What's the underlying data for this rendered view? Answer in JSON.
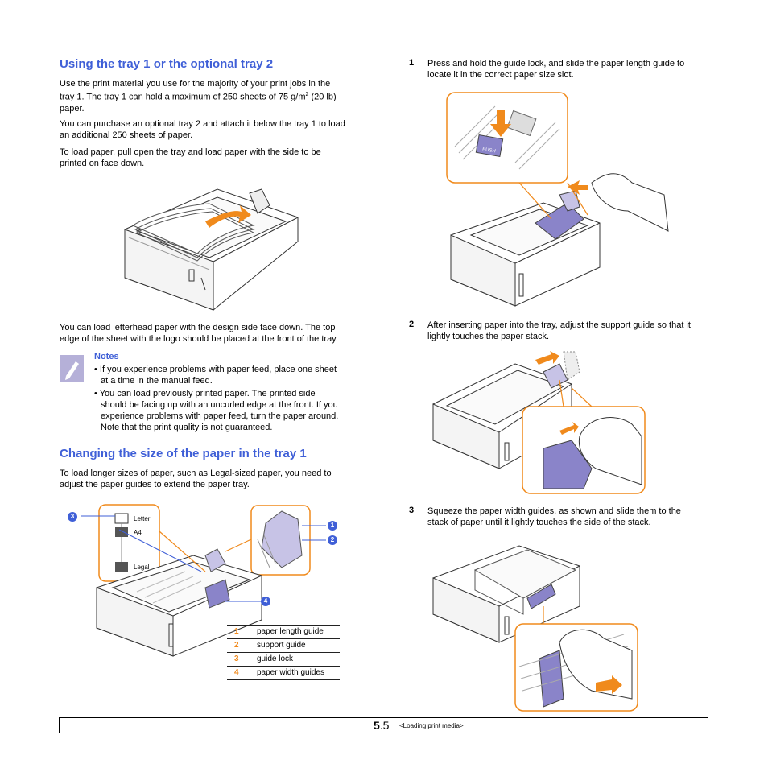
{
  "left": {
    "section1_title": "Using the tray 1 or the optional tray 2",
    "para1_line1": "Use the print material you use for the majority of your print jobs in the",
    "para1_line2_pre": "tray 1. The tray 1 can hold a maximum of 250 sheets of 75 g/m",
    "para1_sup": "2",
    "para1_line2_post": " (20 lb)",
    "para1_line3": "paper.",
    "para2_line1": "You can purchase an optional tray 2 and attach it below the tray 1 to load",
    "para2_line2": "an additional 250 sheets of paper.",
    "para3_line1": "To load paper, pull open the tray and load paper with the side to be",
    "para3_line2": "printed on face down.",
    "para4_line1": "You can load letterhead paper with the design side face down. The top",
    "para4_line2": "edge of the sheet with the logo should be placed at the front of the tray.",
    "notes_title": "Notes",
    "note1_line1": "• If you experience problems with paper feed, place one sheet",
    "note1_line2": "at a time in the manual feed.",
    "note2_line1": "• You can load previously printed paper. The printed side",
    "note2_line2": "should be facing up with an uncurled edge at the front. If you",
    "note2_line3": "experience problems with paper feed, turn the paper around.",
    "note2_line4": "Note that the print quality is not guaranteed.",
    "section2_title": "Changing the size of the paper in the tray 1",
    "para5_line1": "To load longer sizes of paper, such as Legal-sized paper, you need to",
    "para5_line2": "adjust the paper guides to extend the paper tray.",
    "diagram_labels": {
      "letter": "Letter",
      "a4": "A4",
      "legal": "Legal"
    },
    "callouts": [
      "3",
      "1",
      "2",
      "4"
    ],
    "legend": [
      {
        "num": "1",
        "text": "paper length guide"
      },
      {
        "num": "2",
        "text": "support guide"
      },
      {
        "num": "3",
        "text": "guide lock"
      },
      {
        "num": "4",
        "text": "paper width guides"
      }
    ]
  },
  "right": {
    "step1_num": "1",
    "step1_line1": "Press and hold the guide lock, and slide the paper length guide to",
    "step1_line2": "locate it in the correct paper size slot.",
    "push_label": "PUSH",
    "step2_num": "2",
    "step2_line1": "After inserting paper into the tray, adjust the support guide so that it",
    "step2_line2": "lightly touches the paper stack.",
    "step3_num": "3",
    "step3_line1": "Squeeze the paper width guides, as shown and slide them to the",
    "step3_line2": "stack of paper until it lightly touches the side of the stack."
  },
  "footer": {
    "page_major": "5",
    "page_minor": ".5",
    "section_label": "<Loading print media>"
  },
  "colors": {
    "heading": "#3f5fd7",
    "accent_orange": "#f08a1c",
    "guide_purple": "#8a84c9"
  }
}
